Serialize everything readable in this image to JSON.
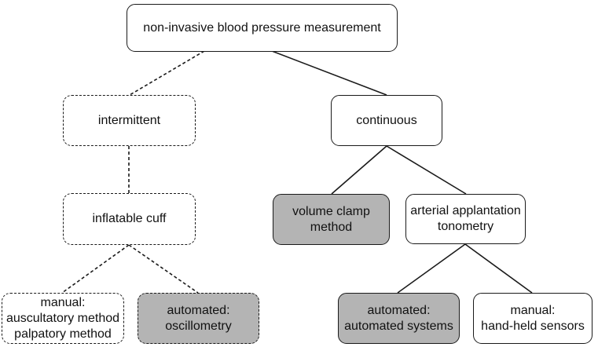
{
  "nodes": {
    "root": {
      "label": "non-invasive blood pressure measurement",
      "style": "solid",
      "fill": "white"
    },
    "intermittent": {
      "label": "intermittent",
      "style": "dashed",
      "fill": "white"
    },
    "continuous": {
      "label": "continuous",
      "style": "solid",
      "fill": "white"
    },
    "inflatable_cuff": {
      "label": "inflatable cuff",
      "style": "dashed",
      "fill": "white"
    },
    "volume_clamp": {
      "label": "volume clamp\nmethod",
      "style": "solid",
      "fill": "gray"
    },
    "arterial_applanation": {
      "label": "arterial applantation\ntonometry",
      "style": "solid",
      "fill": "white"
    },
    "manual_auscultatory": {
      "label": "manual:\nauscultatory method\npalpatory method",
      "style": "dashed",
      "fill": "white"
    },
    "automated_oscillometry": {
      "label": "automated:\noscillometry",
      "style": "dashed",
      "fill": "gray"
    },
    "automated_systems": {
      "label": "automated:\nautomated systems",
      "style": "solid",
      "fill": "gray"
    },
    "manual_handheld": {
      "label": "manual:\nhand-held sensors",
      "style": "solid",
      "fill": "white"
    }
  },
  "edges": [
    {
      "from": "root",
      "to": "intermittent",
      "style": "dashed"
    },
    {
      "from": "root",
      "to": "continuous",
      "style": "solid"
    },
    {
      "from": "intermittent",
      "to": "inflatable_cuff",
      "style": "dashed"
    },
    {
      "from": "continuous",
      "to": "volume_clamp",
      "style": "solid"
    },
    {
      "from": "continuous",
      "to": "arterial_applanation",
      "style": "solid"
    },
    {
      "from": "inflatable_cuff",
      "to": "manual_auscultatory",
      "style": "dashed"
    },
    {
      "from": "inflatable_cuff",
      "to": "automated_oscillometry",
      "style": "dashed"
    },
    {
      "from": "arterial_applanation",
      "to": "automated_systems",
      "style": "solid"
    },
    {
      "from": "arterial_applanation",
      "to": "manual_handheld",
      "style": "solid"
    }
  ],
  "colors": {
    "stroke": "#1a1a1a",
    "gray_fill": "#b4b4b4",
    "white_fill": "#ffffff"
  }
}
